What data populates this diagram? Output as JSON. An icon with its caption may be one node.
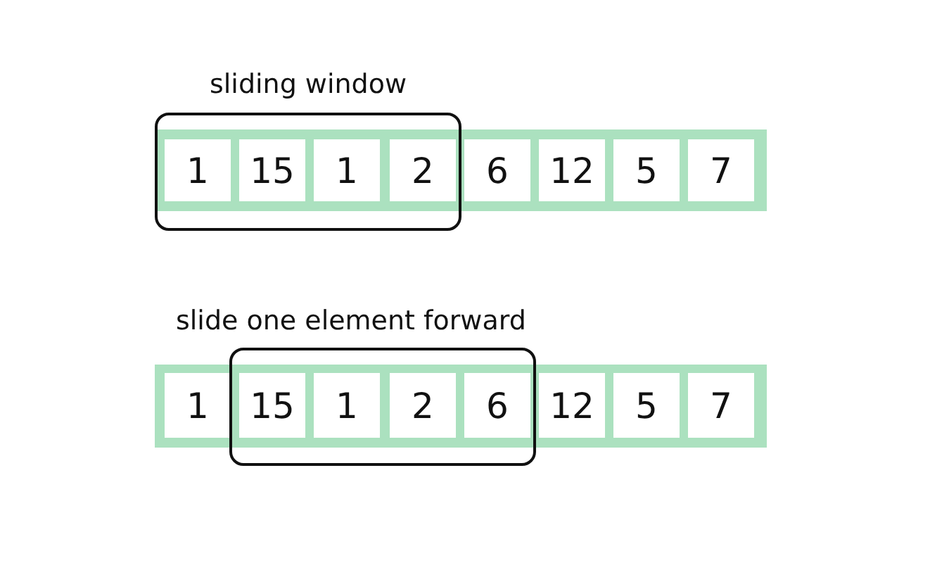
{
  "diagram": {
    "nodes": [
      {
        "text": [
          "sliding window"
        ]
      },
      {
        "text": [
          "1"
        ],
        "in": 0
      },
      {
        "text": [
          "15"
        ],
        "in": 0
      },
      {
        "text": [
          "1"
        ],
        "in": 0
      },
      {
        "text": [
          "2"
        ],
        "in": 0
      },
      {
        "text": [
          "6"
        ]
      },
      {
        "text": [
          "12"
        ]
      },
      {
        "text": [
          "5"
        ]
      },
      {
        "text": [
          "7"
        ]
      },
      {
        "text": [
          "1"
        ]
      },
      {
        "text": [],
        "shape": "box"
      },
      {
        "text": [
          "15"
        ],
        "in": 10
      },
      {
        "text": [
          "1"
        ],
        "in": 10
      },
      {
        "text": [
          "2"
        ],
        "in": 10
      },
      {
        "text": [
          "6"
        ],
        "in": 10
      },
      {
        "text": [
          "12"
        ]
      },
      {
        "text": [
          "5"
        ]
      },
      {
        "text": [
          "7"
        ]
      }
    ],
    "labels": [
      "slide one element forward"
    ]
  }
}
